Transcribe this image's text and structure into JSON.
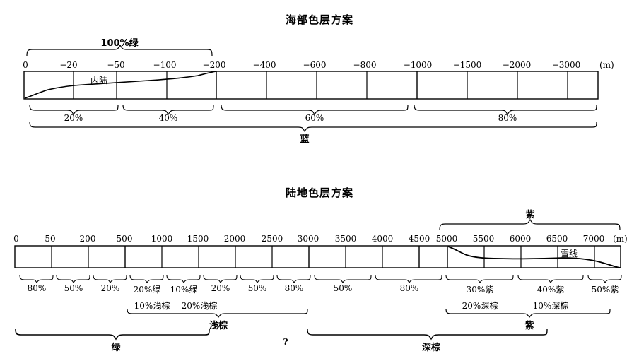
{
  "sea": {
    "title": "海部色层方案",
    "unit": "(m)",
    "ticks": [
      "0",
      "−20",
      "−50",
      "−100",
      "−200",
      "−400",
      "−600",
      "−800",
      "−1000",
      "−1500",
      "−2000",
      "−3000"
    ],
    "inner_label": "内陆",
    "top_brace_label": "100%绿",
    "percent_groups": [
      {
        "label": "20%"
      },
      {
        "label": "40%"
      },
      {
        "label": "60%"
      },
      {
        "label": "80%"
      }
    ],
    "overall_label": "蓝"
  },
  "land": {
    "title": "陆地色层方案",
    "unit": "(m)",
    "ticks": [
      "0",
      "50",
      "200",
      "500",
      "1000",
      "1500",
      "2000",
      "2500",
      "3000",
      "3500",
      "4000",
      "4500",
      "5000",
      "5500",
      "6000",
      "6500",
      "7000"
    ],
    "snowline_label": "雪线",
    "top_brace_label": "紫",
    "percent_groups": [
      {
        "line1": "80%",
        "line2": ""
      },
      {
        "line1": "50%",
        "line2": ""
      },
      {
        "line1": "20%",
        "line2": ""
      },
      {
        "line1": "20%绿",
        "line2": "10%浅棕"
      },
      {
        "line1": "10%绿",
        "line2": "20%浅棕"
      },
      {
        "line1": "20%",
        "line2": ""
      },
      {
        "line1": "50%",
        "line2": ""
      },
      {
        "line1": "80%",
        "line2": ""
      },
      {
        "line1": "50%",
        "line2": ""
      },
      {
        "line1": "80%",
        "line2": ""
      },
      {
        "line1": "30%紫",
        "line2": "20%深棕"
      },
      {
        "line1": "40%紫",
        "line2": "10%深棕"
      },
      {
        "line1": "50%紫",
        "line2": ""
      }
    ],
    "group_braces": [
      {
        "label": "绿"
      },
      {
        "label": "浅棕"
      },
      {
        "label": "深棕"
      },
      {
        "label": "紫"
      }
    ],
    "stray_mark": "?"
  },
  "colors": {
    "ink": "#000000",
    "background": "#ffffff"
  }
}
